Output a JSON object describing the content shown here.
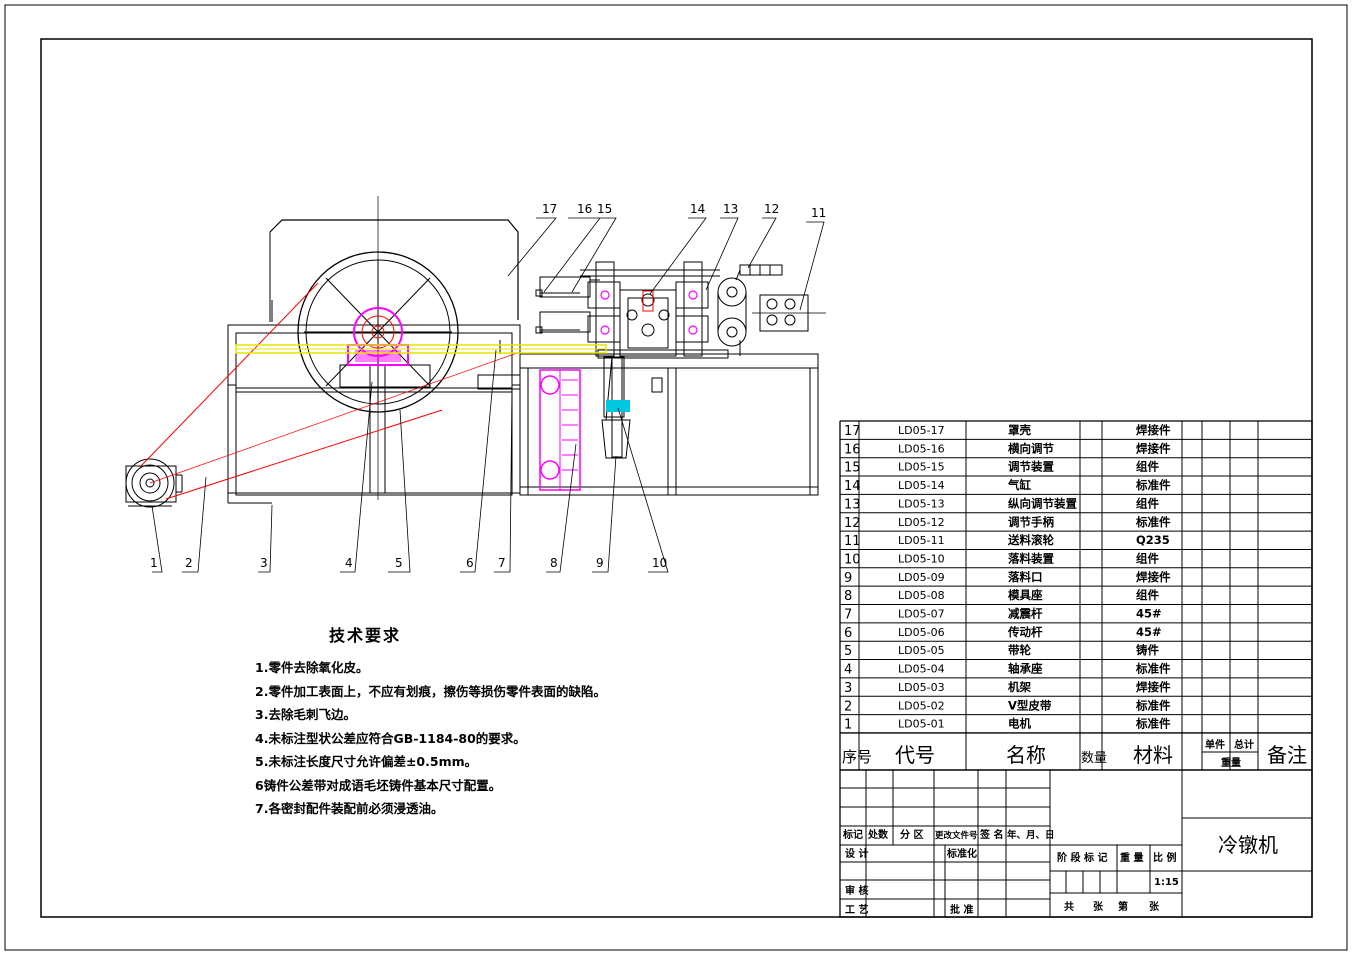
{
  "balloons": [
    "1",
    "2",
    "3",
    "4",
    "5",
    "6",
    "7",
    "8",
    "9",
    "10",
    "11",
    "12",
    "13",
    "14",
    "15",
    "16",
    "17"
  ],
  "tech": {
    "title": "技术要求",
    "items": [
      "1.零件去除氧化皮。",
      "2.零件加工表面上，不应有划痕，擦伤等损伤零件表面的缺陷。",
      "3.去除毛刺飞边。",
      "4.未标注型状公差应符合GB-1184-80的要求。",
      "5.未标注长度尺寸允许偏差±0.5mm。",
      "6铸件公差带对成语毛坯铸件基本尺寸配置。",
      "7.各密封配件装配前必须浸透油。"
    ]
  },
  "bom": {
    "rows": [
      {
        "no": "17",
        "code": "LD05-17",
        "name": "罩壳",
        "qty": "",
        "material": "焊接件"
      },
      {
        "no": "16",
        "code": "LD05-16",
        "name": "横向调节",
        "qty": "",
        "material": "焊接件"
      },
      {
        "no": "15",
        "code": "LD05-15",
        "name": "调节装置",
        "qty": "",
        "material": "组件"
      },
      {
        "no": "14",
        "code": "LD05-14",
        "name": "气缸",
        "qty": "",
        "material": "标准件"
      },
      {
        "no": "13",
        "code": "LD05-13",
        "name": "纵向调节装置",
        "qty": "",
        "material": "组件"
      },
      {
        "no": "12",
        "code": "LD05-12",
        "name": "调节手柄",
        "qty": "",
        "material": "标准件"
      },
      {
        "no": "11",
        "code": "LD05-11",
        "name": "送料滚轮",
        "qty": "",
        "material": "Q235"
      },
      {
        "no": "10",
        "code": "LD05-10",
        "name": "落料装置",
        "qty": "",
        "material": "组件"
      },
      {
        "no": "9",
        "code": "LD05-09",
        "name": "落料口",
        "qty": "",
        "material": "焊接件"
      },
      {
        "no": "8",
        "code": "LD05-08",
        "name": "模具座",
        "qty": "",
        "material": "组件"
      },
      {
        "no": "7",
        "code": "LD05-07",
        "name": "减震杆",
        "qty": "",
        "material": "45#"
      },
      {
        "no": "6",
        "code": "LD05-06",
        "name": "传动杆",
        "qty": "",
        "material": "45#"
      },
      {
        "no": "5",
        "code": "LD05-05",
        "name": "带轮",
        "qty": "",
        "material": "铸件"
      },
      {
        "no": "4",
        "code": "LD05-04",
        "name": "轴承座",
        "qty": "",
        "material": "标准件"
      },
      {
        "no": "3",
        "code": "LD05-03",
        "name": "机架",
        "qty": "",
        "material": "焊接件"
      },
      {
        "no": "2",
        "code": "LD05-02",
        "name": "V型皮带",
        "qty": "",
        "material": "标准件"
      },
      {
        "no": "1",
        "code": "LD05-01",
        "name": "电机",
        "qty": "",
        "material": "标准件"
      }
    ],
    "header": {
      "no": "序号",
      "code": "代号",
      "name": "名称",
      "qty": "数量",
      "material": "材料",
      "unit": "单件",
      "total": "总计",
      "weight": "重量",
      "note": "备注"
    }
  },
  "title_block": {
    "title": "冷镦机",
    "biaoji": "标记",
    "chushu": "处数",
    "fenqu": "分 区",
    "wenjian": "更改文件号",
    "qianming": "签 名",
    "riqi": "年、月、日",
    "sheji": "设 计",
    "biaozhunhua": "标准化",
    "jieduan": "阶 段 标 记",
    "zhongliang": "重 量",
    "bili": "比 例",
    "scale": "1:15",
    "shenhe": "审 核",
    "gongyi": "工 艺",
    "pizhun": "批 准",
    "gong": "共",
    "zhang1": "张",
    "di": "第",
    "zhang2": "张"
  },
  "colors": {
    "line": "#000000",
    "red": "#ff0000",
    "magenta": "#ff00ff",
    "yellow": "#e6e600",
    "cyan": "#00c8e0"
  }
}
